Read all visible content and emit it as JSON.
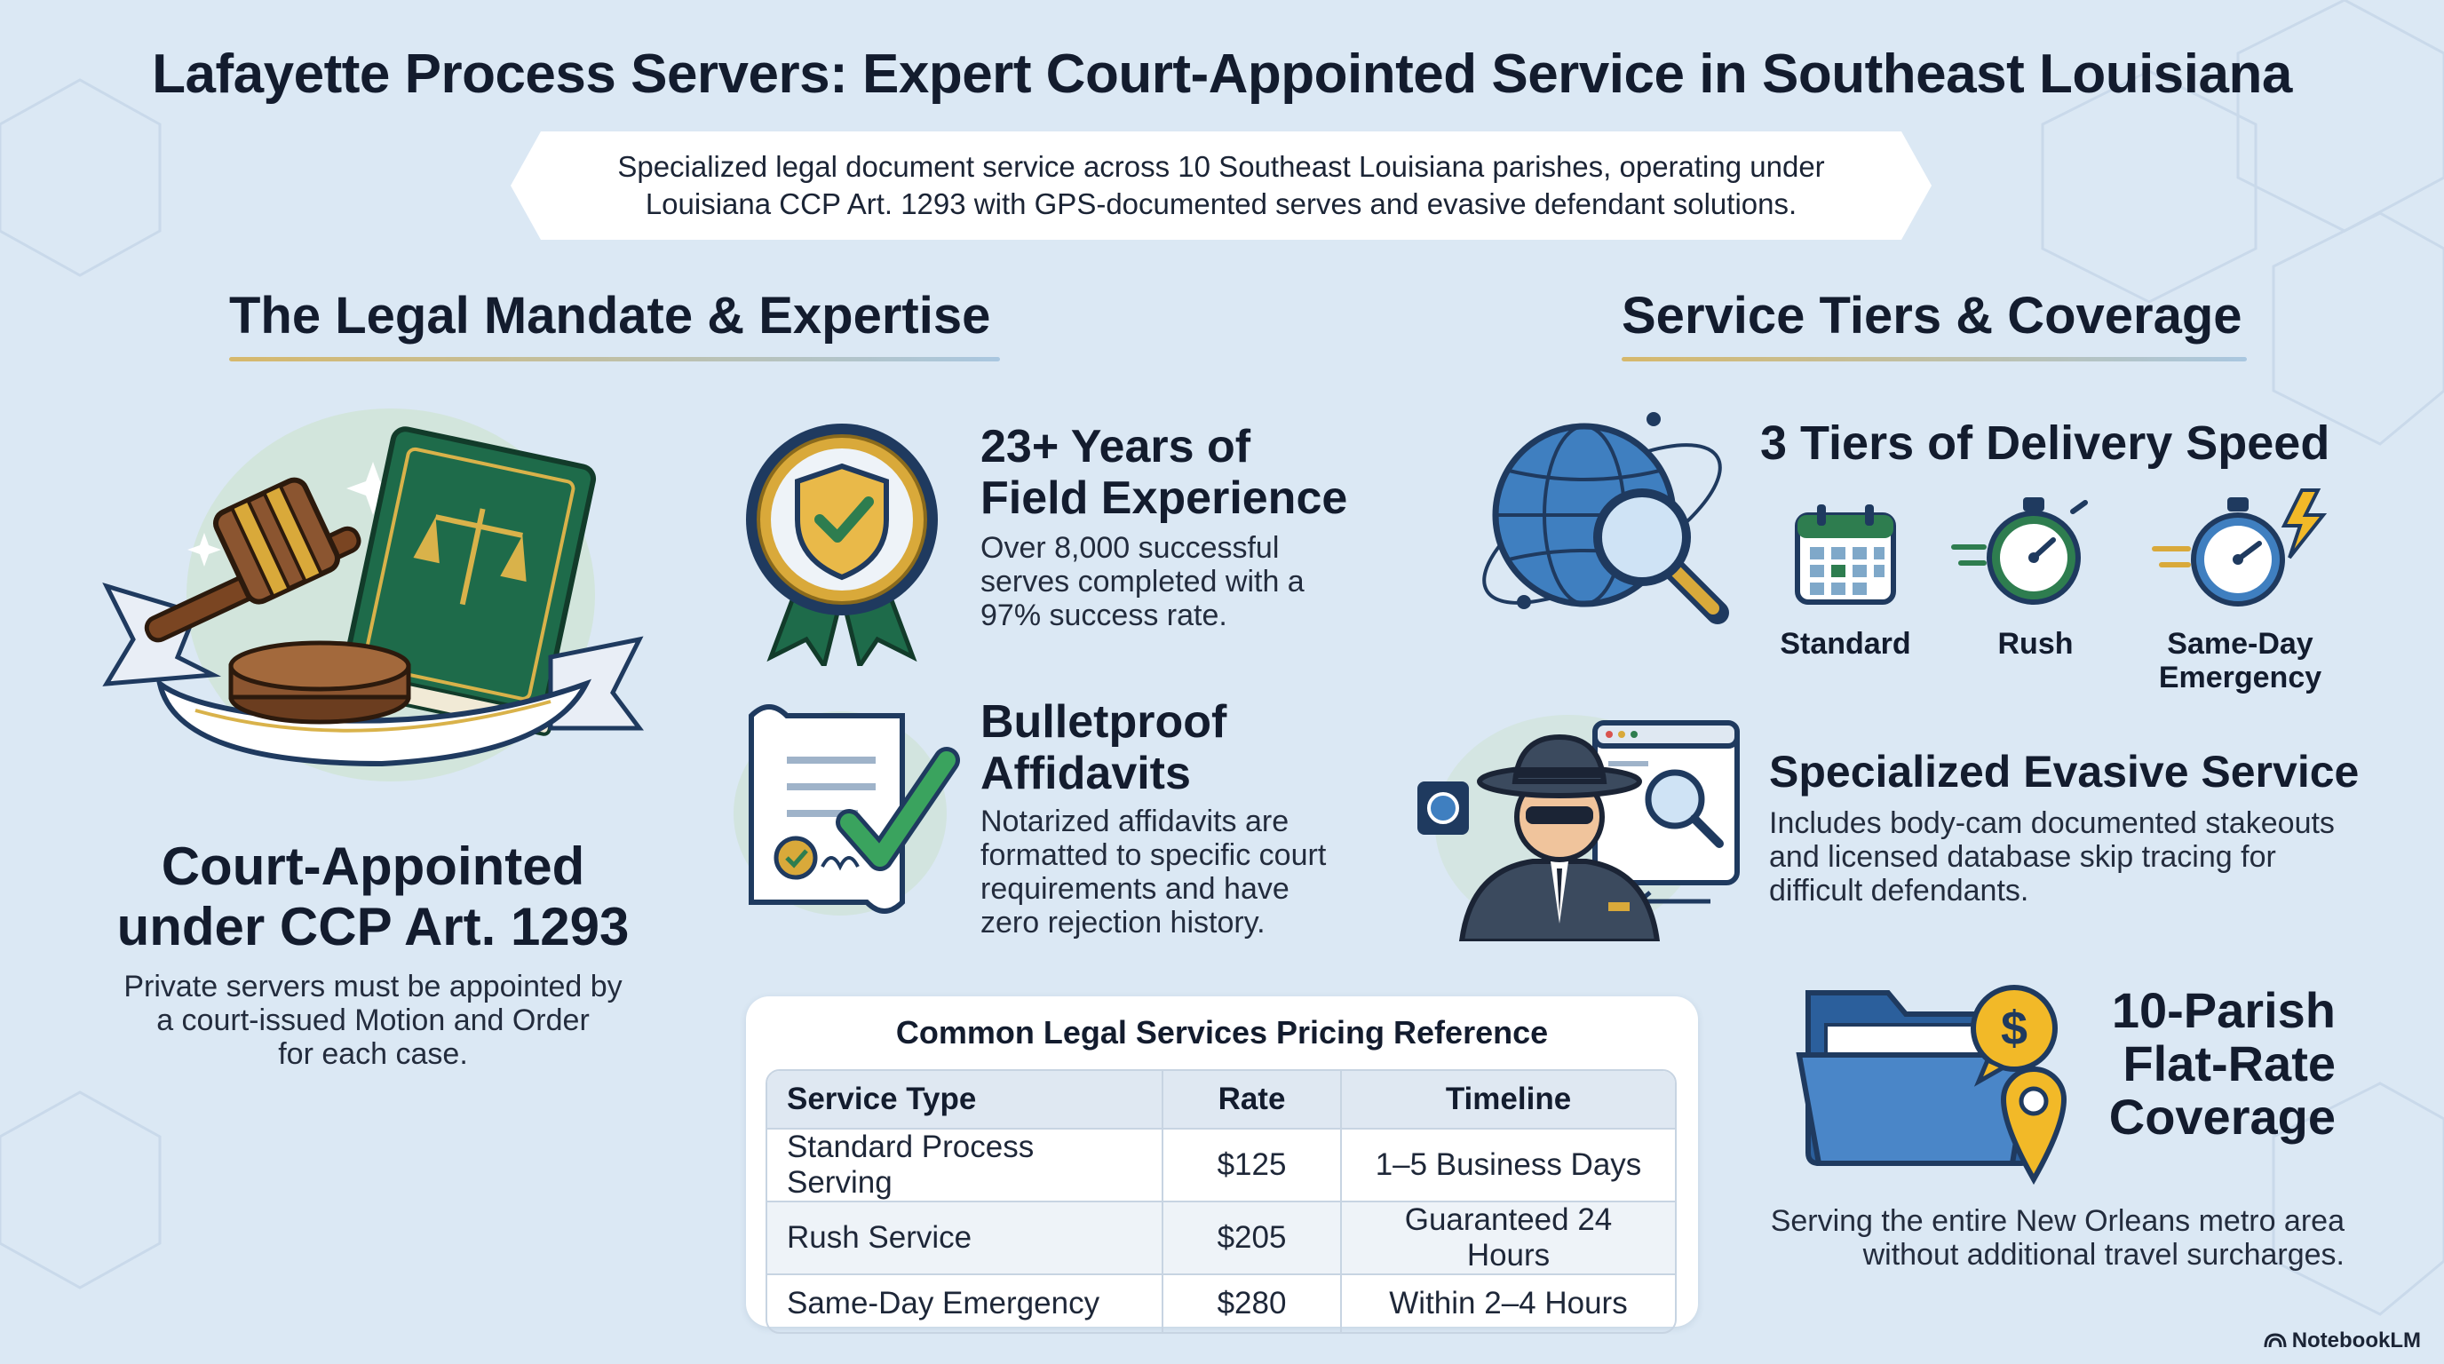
{
  "title": "Lafayette Process Servers: Expert Court-Appointed Service in Southeast Louisiana",
  "subtitle": "Specialized legal document service across 10 Southeast Louisiana parishes, operating under Louisiana CCP Art. 1293 with GPS-documented serves and evasive defendant solutions.",
  "left_section": {
    "heading": "The Legal Mandate & Expertise",
    "court": {
      "title_line1": "Court-Appointed",
      "title_line2": "under CCP Art. 1293",
      "body_line1": "Private servers must be appointed by",
      "body_line2": "a court-issued Motion and Order",
      "body_line3": "for each case."
    },
    "experience": {
      "title_line1": "23+ Years of",
      "title_line2": "Field Experience",
      "body_line1": "Over 8,000 successful",
      "body_line2": "serves completed with a",
      "body_line3": "97% success rate."
    },
    "affidavits": {
      "title_line1": "Bulletproof",
      "title_line2": "Affidavits",
      "body_line1": "Notarized affidavits are",
      "body_line2": "formatted to specific court",
      "body_line3": "requirements and have",
      "body_line4": "zero rejection history."
    },
    "pricing": {
      "title": "Common Legal Services Pricing Reference",
      "headers": [
        "Service Type",
        "Rate",
        "Timeline"
      ],
      "rows": [
        [
          "Standard Process Serving",
          "$125",
          "1–5 Business Days"
        ],
        [
          "Rush Service",
          "$205",
          "Guaranteed 24 Hours"
        ],
        [
          "Same-Day Emergency",
          "$280",
          "Within 2–4 Hours"
        ]
      ]
    }
  },
  "right_section": {
    "heading": "Service Tiers & Coverage",
    "tiers": {
      "title": "3 Tiers of Delivery Speed",
      "items": [
        {
          "label": "Standard"
        },
        {
          "label": "Rush"
        },
        {
          "label_line1": "Same-Day",
          "label_line2": "Emergency"
        }
      ]
    },
    "evasive": {
      "title": "Specialized Evasive Service",
      "body_line1": "Includes body-cam documented stakeouts",
      "body_line2": "and licensed database skip tracing for",
      "body_line3": "difficult defendants."
    },
    "coverage": {
      "title_line1": "10-Parish",
      "title_line2": "Flat-Rate",
      "title_line3": "Coverage",
      "body_line1": "Serving the entire New Orleans metro area",
      "body_line2": "without additional travel surcharges."
    }
  },
  "brand": "NotebookLM",
  "colors": {
    "background": "#dbe8f4",
    "navy": "#1f3a5f",
    "gold": "#d9a93a",
    "green": "#2e7d4f",
    "blue": "#3f7fc0"
  }
}
